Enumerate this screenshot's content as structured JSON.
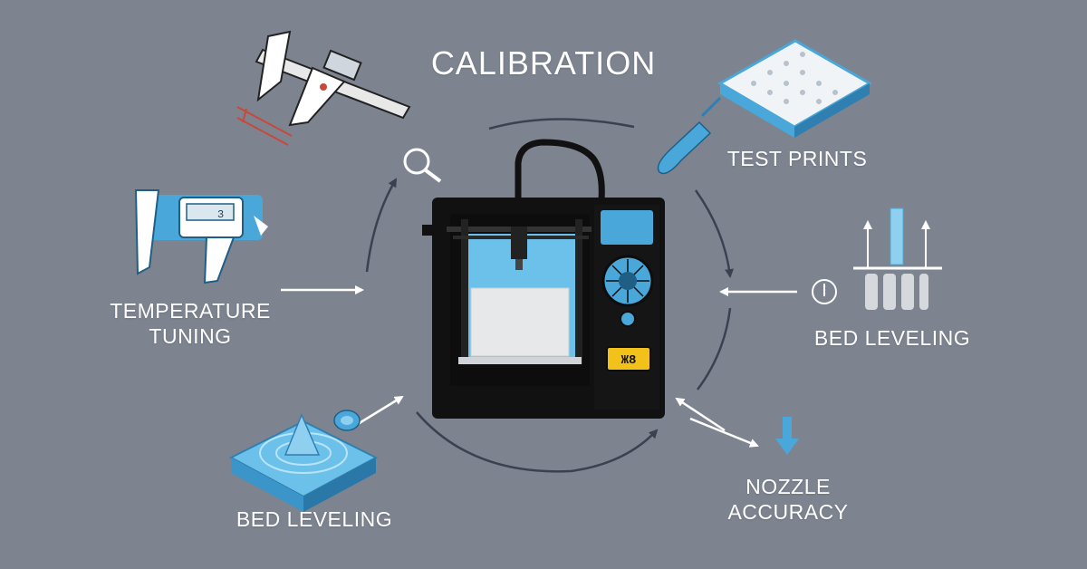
{
  "title": "CALIBRATION",
  "labels": {
    "test_prints": "TEST PRINTS",
    "temperature_tuning": "TEMPERATURE\nTUNING",
    "bed_leveling_right": "BED LEVELING",
    "bed_leveling_left": "BED LEVELING",
    "nozzle_accuracy": "NOZZLE\nACCURACY"
  },
  "printer_display": "Ж8",
  "caliper_readout": "3",
  "colors": {
    "background": "#7d8490",
    "accent_blue": "#4aa7d9",
    "light_blue": "#8fd0f0",
    "printer_black": "#111111",
    "arrow": "#ffffff",
    "cycle_arc": "#3b4150",
    "display_yellow": "#f2c21b",
    "measure_red": "#c8483a"
  },
  "icons": [
    "caliper-icon",
    "magnifier-icon",
    "test-print-plate-icon",
    "screwdriver-icon",
    "digital-caliper-icon",
    "level-arrows-icon",
    "gauge-icon",
    "nozzle-block-icon",
    "down-arrow-icon",
    "printer-icon"
  ]
}
